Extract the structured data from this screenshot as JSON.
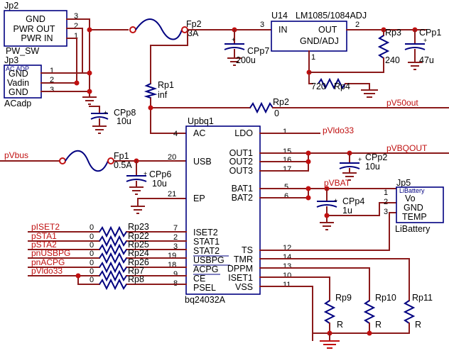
{
  "jp2": {
    "ref": "Jp2",
    "pins": [
      "GND",
      "PWR OUT",
      "PWR IN"
    ],
    "nums": [
      "3",
      "2",
      "1"
    ],
    "label": "PW_SW"
  },
  "jp3": {
    "ref": "Jp3",
    "tag": "AC ADP",
    "pins": [
      "GND",
      "Vadin",
      "GND"
    ],
    "nums": [
      "1",
      "2",
      "3"
    ],
    "label": "ACadp"
  },
  "fp2": {
    "ref": "Fp2",
    "value": "3A"
  },
  "fp1": {
    "ref": "Fp1",
    "value": "0.5A"
  },
  "u14": {
    "ref": "U14",
    "part": "LM1085/1084ADJ",
    "in": "IN",
    "out": "OUT",
    "adj": "GND/ADJ",
    "pin_in": "3",
    "pin_out": "2",
    "pin_adj": "1"
  },
  "rp3": {
    "ref": "Rp3",
    "value": "240"
  },
  "rp4": {
    "ref": "Rp4",
    "value": "720"
  },
  "cpp1": {
    "ref": "CPp1",
    "value": "47u"
  },
  "cpp7": {
    "ref": "CPp7",
    "value": "200u"
  },
  "rp1": {
    "ref": "Rp1",
    "value": "inf"
  },
  "rp2": {
    "ref": "Rp2",
    "value": "0"
  },
  "cpp8": {
    "ref": "CPp8",
    "value": "10u"
  },
  "cpp6": {
    "ref": "CPp6",
    "value": "10u"
  },
  "cpp2": {
    "ref": "CPp2",
    "value": "10u"
  },
  "cpp4": {
    "ref": "CPp4",
    "value": "1u"
  },
  "nets": {
    "pv50out": "pV50out",
    "pvldo33": "pVldo33",
    "pvbqout": "pVBQOUT",
    "pvbus": "pVbus",
    "pvbat": "pVBAT"
  },
  "ic": {
    "ref": "Upbq1",
    "part": "bq24032A",
    "left_pins": [
      {
        "name": "AC",
        "num": "4"
      },
      {
        "name": "USB",
        "num": "20"
      },
      {
        "name": "EP",
        "num": "21"
      },
      {
        "name": "ISET2",
        "num": "7"
      },
      {
        "name": "STAT1",
        "num": "2"
      },
      {
        "name": "STAT2",
        "num": "3"
      },
      {
        "name": "USBPG",
        "num": "19"
      },
      {
        "name": "ACPG",
        "num": "18"
      },
      {
        "name": "CE",
        "num": "9"
      },
      {
        "name": "PSEL",
        "num": "8"
      }
    ],
    "right_pins": [
      {
        "name": "LDO",
        "num": "1"
      },
      {
        "name": "OUT1",
        "num": "15"
      },
      {
        "name": "OUT2",
        "num": "16"
      },
      {
        "name": "OUT3",
        "num": "17"
      },
      {
        "name": "BAT1",
        "num": "5"
      },
      {
        "name": "BAT2",
        "num": "6"
      },
      {
        "name": "TS",
        "num": "12"
      },
      {
        "name": "TMR",
        "num": "14"
      },
      {
        "name": "DPPM",
        "num": "13"
      },
      {
        "name": "ISET1",
        "num": "10"
      },
      {
        "name": "VSS",
        "num": "11"
      }
    ]
  },
  "left_resistors": [
    {
      "net": "pISET2",
      "zero": "0",
      "ref": "Rp23"
    },
    {
      "net": "pSTA1",
      "zero": "0",
      "ref": "Rp22"
    },
    {
      "net": "pSTA2",
      "zero": "0",
      "ref": "Rp25"
    },
    {
      "net": "pnUSBPG",
      "zero": "0",
      "ref": "Rp24"
    },
    {
      "net": "pnACPG",
      "zero": "0",
      "ref": "Rp26"
    },
    {
      "net": "pVldo33",
      "zero": "0",
      "ref": "Rp7"
    },
    {
      "net": "",
      "zero": "0",
      "ref": "Rp8"
    }
  ],
  "bottom_resistors": [
    {
      "ref": "Rp9",
      "value": "R"
    },
    {
      "ref": "Rp10",
      "value": "R"
    },
    {
      "ref": "Rp11",
      "value": "R"
    }
  ],
  "jp5": {
    "ref": "Jp5",
    "tag": "LiBattery",
    "pins": [
      "Vo",
      "GND",
      "TEMP"
    ],
    "nums": [
      "1",
      "2",
      "3"
    ],
    "label": "LiBattery"
  }
}
